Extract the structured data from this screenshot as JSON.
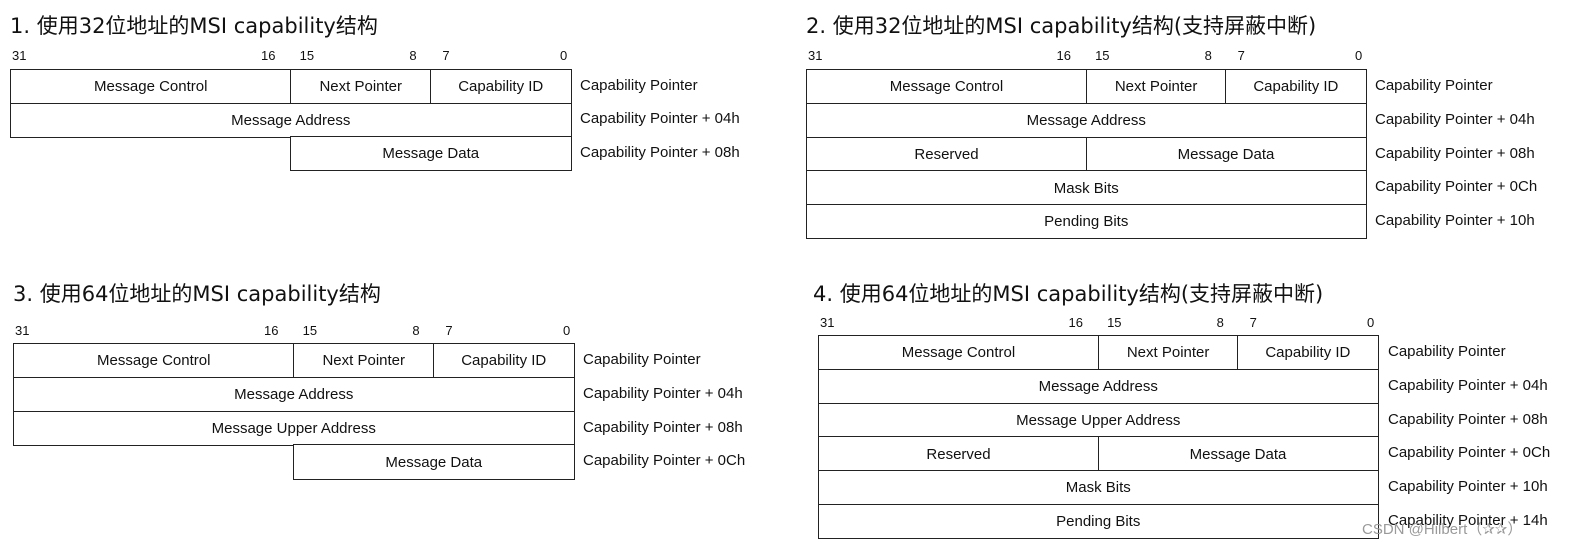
{
  "d1": {
    "title": "1. 使用32位地址的MSI capability结构",
    "bits": [
      "31",
      "16",
      "15",
      "8",
      "7",
      "0"
    ],
    "cells": [
      [
        {
          "label": "Message Control"
        },
        {
          "label": "Next Pointer"
        },
        {
          "label": "Capability ID"
        }
      ],
      [
        {
          "label": "Message Address"
        }
      ],
      [
        {
          "label": "Message Data"
        }
      ]
    ],
    "offsets": [
      "Capability Pointer",
      "Capability Pointer + 04h",
      "Capability Pointer + 08h"
    ]
  },
  "d2": {
    "title": "2. 使用32位地址的MSI capability结构(支持屏蔽中断)",
    "bits": [
      "31",
      "16",
      "15",
      "8",
      "7",
      "0"
    ],
    "cells": [
      [
        {
          "label": "Message Control"
        },
        {
          "label": "Next Pointer"
        },
        {
          "label": "Capability ID"
        }
      ],
      [
        {
          "label": "Message Address"
        }
      ],
      [
        {
          "label": "Reserved"
        },
        {
          "label": "Message Data"
        }
      ],
      [
        {
          "label": "Mask Bits"
        }
      ],
      [
        {
          "label": "Pending Bits"
        }
      ]
    ],
    "offsets": [
      "Capability Pointer",
      "Capability Pointer + 04h",
      "Capability Pointer + 08h",
      "Capability Pointer + 0Ch",
      "Capability Pointer + 10h"
    ]
  },
  "d3": {
    "title": "3. 使用64位地址的MSI capability结构",
    "bits": [
      "31",
      "16",
      "15",
      "8",
      "7",
      "0"
    ],
    "cells": [
      [
        {
          "label": "Message Control"
        },
        {
          "label": "Next Pointer"
        },
        {
          "label": "Capability ID"
        }
      ],
      [
        {
          "label": "Message Address"
        }
      ],
      [
        {
          "label": "Message Upper Address"
        }
      ],
      [
        {
          "label": "Message Data"
        }
      ]
    ],
    "offsets": [
      "Capability Pointer",
      "Capability Pointer + 04h",
      "Capability Pointer + 08h",
      "Capability Pointer + 0Ch"
    ]
  },
  "d4": {
    "title": "4. 使用64位地址的MSI capability结构(支持屏蔽中断)",
    "bits": [
      "31",
      "16",
      "15",
      "8",
      "7",
      "0"
    ],
    "cells": [
      [
        {
          "label": "Message Control"
        },
        {
          "label": "Next Pointer"
        },
        {
          "label": "Capability ID"
        }
      ],
      [
        {
          "label": "Message Address"
        }
      ],
      [
        {
          "label": "Message Upper Address"
        }
      ],
      [
        {
          "label": "Reserved"
        },
        {
          "label": "Message Data"
        }
      ],
      [
        {
          "label": "Mask Bits"
        }
      ],
      [
        {
          "label": "Pending Bits"
        }
      ]
    ],
    "offsets": [
      "Capability Pointer",
      "Capability Pointer + 04h",
      "Capability Pointer + 08h",
      "Capability Pointer + 0Ch",
      "Capability Pointer + 10h",
      "Capability Pointer + 14h"
    ]
  },
  "watermark": "CSDN @Hilbert（✰✰）"
}
